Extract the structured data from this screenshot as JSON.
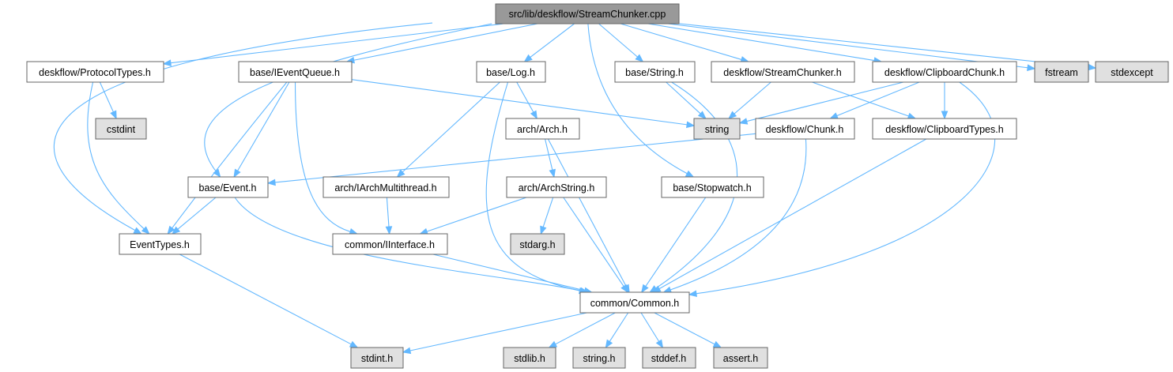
{
  "diagram": {
    "colors": {
      "root_fill": "#999999",
      "node_fill": "#ffffff",
      "system_fill": "#e0e0e0",
      "border": "#666666",
      "edge": "#63b8ff"
    },
    "nodes": {
      "root": {
        "label": "src/lib/deskflow/StreamChunker.cpp",
        "kind": "root"
      },
      "protocol_types": {
        "label": "deskflow/ProtocolTypes.h",
        "kind": "file"
      },
      "ieventqueue": {
        "label": "base/IEventQueue.h",
        "kind": "file"
      },
      "log": {
        "label": "base/Log.h",
        "kind": "file"
      },
      "string_h": {
        "label": "base/String.h",
        "kind": "file"
      },
      "streamchunker_h": {
        "label": "deskflow/StreamChunker.h",
        "kind": "file"
      },
      "clipboardchunk": {
        "label": "deskflow/ClipboardChunk.h",
        "kind": "file"
      },
      "fstream": {
        "label": "fstream",
        "kind": "system"
      },
      "stdexcept": {
        "label": "stdexcept",
        "kind": "system"
      },
      "cstdint": {
        "label": "cstdint",
        "kind": "system"
      },
      "arch": {
        "label": "arch/Arch.h",
        "kind": "file"
      },
      "string": {
        "label": "string",
        "kind": "system"
      },
      "chunk": {
        "label": "deskflow/Chunk.h",
        "kind": "file"
      },
      "clipboardtypes": {
        "label": "deskflow/ClipboardTypes.h",
        "kind": "file"
      },
      "event": {
        "label": "base/Event.h",
        "kind": "file"
      },
      "iarchmultithread": {
        "label": "arch/IArchMultithread.h",
        "kind": "file"
      },
      "archstring": {
        "label": "arch/ArchString.h",
        "kind": "file"
      },
      "stopwatch": {
        "label": "base/Stopwatch.h",
        "kind": "file"
      },
      "eventtypes": {
        "label": "EventTypes.h",
        "kind": "file"
      },
      "iinterface": {
        "label": "common/IInterface.h",
        "kind": "file"
      },
      "stdarg": {
        "label": "stdarg.h",
        "kind": "system"
      },
      "common": {
        "label": "common/Common.h",
        "kind": "file"
      },
      "stdint": {
        "label": "stdint.h",
        "kind": "system"
      },
      "stdlib": {
        "label": "stdlib.h",
        "kind": "system"
      },
      "string_c": {
        "label": "string.h",
        "kind": "system"
      },
      "stddef": {
        "label": "stddef.h",
        "kind": "system"
      },
      "assert": {
        "label": "assert.h",
        "kind": "system"
      }
    },
    "edges": [
      [
        "root",
        "protocol_types"
      ],
      [
        "root",
        "ieventqueue"
      ],
      [
        "root",
        "log"
      ],
      [
        "root",
        "string_h"
      ],
      [
        "root",
        "streamchunker_h"
      ],
      [
        "root",
        "clipboardchunk"
      ],
      [
        "root",
        "fstream"
      ],
      [
        "root",
        "stdexcept"
      ],
      [
        "root",
        "eventtypes"
      ],
      [
        "root",
        "event"
      ],
      [
        "root",
        "stopwatch"
      ],
      [
        "protocol_types",
        "cstdint"
      ],
      [
        "protocol_types",
        "eventtypes"
      ],
      [
        "ieventqueue",
        "event"
      ],
      [
        "ieventqueue",
        "eventtypes"
      ],
      [
        "ieventqueue",
        "iinterface"
      ],
      [
        "ieventqueue",
        "string"
      ],
      [
        "log",
        "arch"
      ],
      [
        "log",
        "iarchmultithread"
      ],
      [
        "log",
        "common"
      ],
      [
        "string_h",
        "string"
      ],
      [
        "string_h",
        "common"
      ],
      [
        "streamchunker_h",
        "string"
      ],
      [
        "streamchunker_h",
        "clipboardtypes"
      ],
      [
        "clipboardchunk",
        "string"
      ],
      [
        "clipboardchunk",
        "chunk"
      ],
      [
        "clipboardchunk",
        "clipboardtypes"
      ],
      [
        "clipboardchunk",
        "common"
      ],
      [
        "arch",
        "archstring"
      ],
      [
        "arch",
        "common"
      ],
      [
        "chunk",
        "event"
      ],
      [
        "chunk",
        "common"
      ],
      [
        "clipboardtypes",
        "common"
      ],
      [
        "event",
        "eventtypes"
      ],
      [
        "event",
        "common"
      ],
      [
        "iarchmultithread",
        "iinterface"
      ],
      [
        "archstring",
        "iinterface"
      ],
      [
        "archstring",
        "stdarg"
      ],
      [
        "archstring",
        "common"
      ],
      [
        "stopwatch",
        "common"
      ],
      [
        "eventtypes",
        "stdint"
      ],
      [
        "iinterface",
        "common"
      ],
      [
        "common",
        "stdint"
      ],
      [
        "common",
        "stdlib"
      ],
      [
        "common",
        "string_c"
      ],
      [
        "common",
        "stddef"
      ],
      [
        "common",
        "assert"
      ]
    ]
  }
}
